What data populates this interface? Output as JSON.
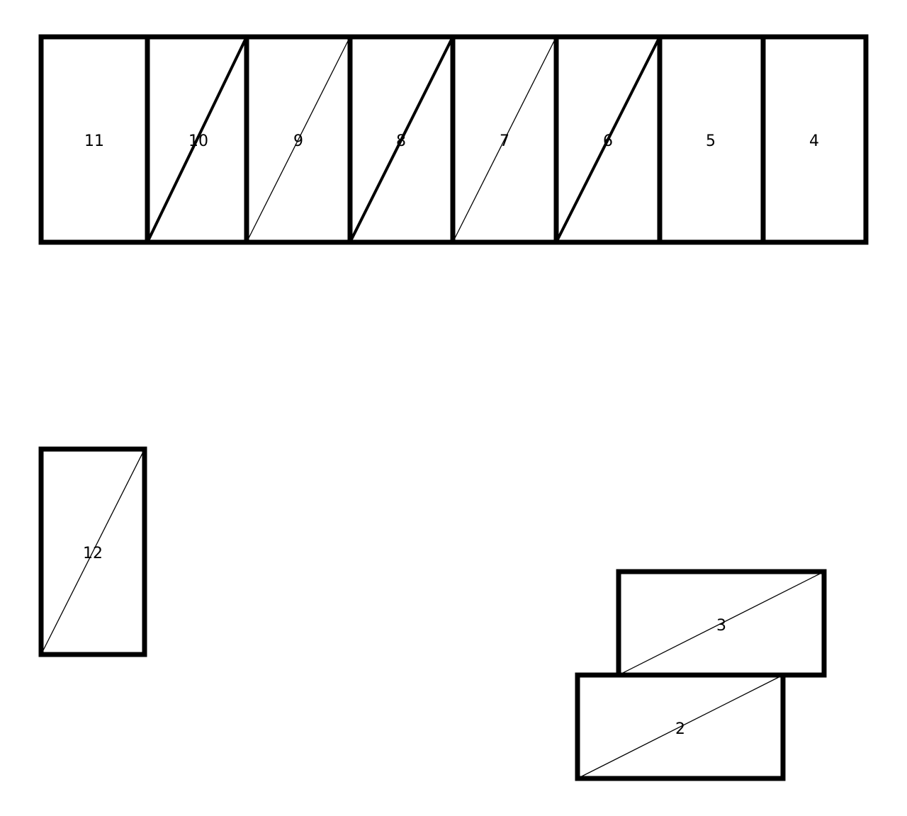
{
  "colors": {
    "stroke": "#000000",
    "background": "#ffffff"
  },
  "boxes": [
    {
      "label": "11",
      "diagonal": "none"
    },
    {
      "label": "10",
      "diagonal": "thick"
    },
    {
      "label": "9",
      "diagonal": "thin"
    },
    {
      "label": "8",
      "diagonal": "thick"
    },
    {
      "label": "7",
      "diagonal": "thin"
    },
    {
      "label": "6",
      "diagonal": "thick"
    },
    {
      "label": "5",
      "diagonal": "none"
    },
    {
      "label": "4",
      "diagonal": "none"
    },
    {
      "label": "12",
      "diagonal": "thin"
    },
    {
      "label": "3",
      "diagonal": "thin"
    },
    {
      "label": "2",
      "diagonal": "thin"
    }
  ]
}
